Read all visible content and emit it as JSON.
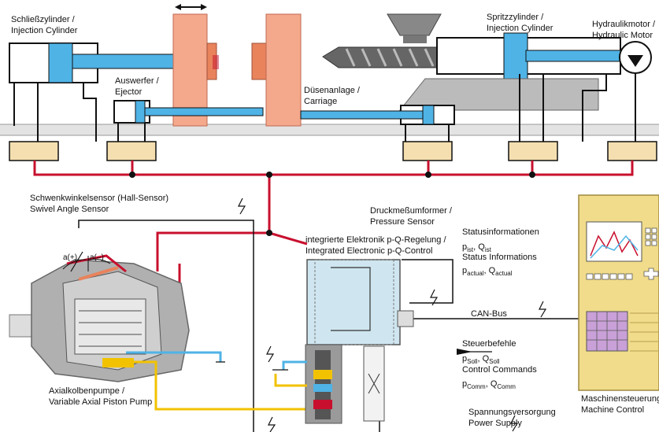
{
  "labels": {
    "clamp_cylinder": [
      "Schließzylinder /",
      "Injection Cylinder"
    ],
    "ejector": [
      "Auswerfer /",
      "Ejector"
    ],
    "carriage": [
      "Düsenanlage /",
      "Carriage"
    ],
    "injection_cylinder": [
      "Spritzzylinder /",
      "Injection Cylinder"
    ],
    "hydraulic_motor": [
      "Hydraulikmotor /",
      "Hydraulic Motor"
    ],
    "swivel_sensor": [
      "Schwenkwinkelsensor (Hall-Sensor)",
      "Swivel Angle Sensor"
    ],
    "pressure_sensor": [
      "Druckmeßumformer /",
      "Pressure Sensor"
    ],
    "integrated_electronics": [
      "integrierte Elektronik p-Q-Regelung /",
      "Integrated Electronic p-Q-Control"
    ],
    "status_info": [
      "Statusinformationen",
      "Status Informations"
    ],
    "p_ist": "p",
    "p_ist_sub": "ist",
    "q_ist": "Q",
    "q_ist_sub": "ist",
    "p_actual": "p",
    "p_actual_sub": "actual",
    "q_actual": "Q",
    "q_actual_sub": "actual",
    "can_bus": "CAN-Bus",
    "control_commands": [
      "Steuerbefehle",
      "Control Commands"
    ],
    "p_soll": "p",
    "p_soll_sub": "Soll",
    "q_soll": "Q",
    "q_soll_sub": "Soll",
    "p_comm": "p",
    "p_comm_sub": "Comm",
    "q_comm": "Q",
    "q_comm_sub": "Comm",
    "power_supply": [
      "Spannungsversorgung",
      "Power Supply"
    ],
    "pump": [
      "Axialkolbenpumpe /",
      "Variable Axial Piston Pump"
    ],
    "angle_plus": "a(+)",
    "angle_minus": "a(–)",
    "machine_control": [
      "Maschinensteuerung /",
      "Machine Control"
    ]
  },
  "colors": {
    "hydraulic_line": "#c8102e",
    "cylinder_blue": "#4fb3e6",
    "mould_pink": "#f4a88c",
    "mould_orange": "#e8835c",
    "valve_box": "#f5dfb0",
    "machine_panel": "#f0dc8a",
    "housing_gray": "#b0b0b0",
    "return_yellow": "#f2c200",
    "panel_blue": "#cfe6f0"
  }
}
